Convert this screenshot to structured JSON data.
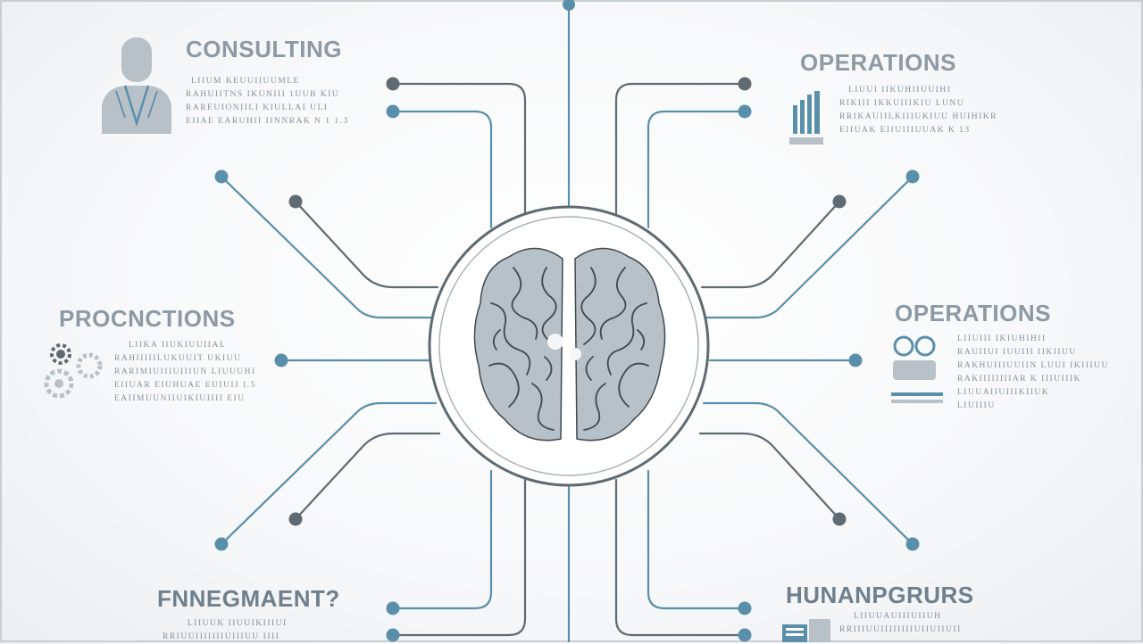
{
  "colors": {
    "accent": "#5a8fab",
    "dark": "#5f6a72",
    "text": "#8d9aa5",
    "brain": "#b9c1c8"
  },
  "center": {
    "icon": "brain-icon"
  },
  "topics": {
    "consulting": {
      "title": "CONSULTING",
      "icon": "person-icon",
      "lines": [
        "LIIUM KEUUIIUUMLE",
        "RAHUIITNS IKUNIII 1UUB KIU",
        "RAREUIONIILI KIULLAI ULI",
        "EIIAE EARUHII IINNRAK N 1 1.3"
      ]
    },
    "operations_top": {
      "title": "OPERATIONS",
      "icon": "bar-chart-icon",
      "lines": [
        "LIUUI IIKUHIIUUIHI",
        "RIKIII IKKUIIIKIU LUNU",
        "RRIKAUIILKIIIUKIUU HUIHIKR",
        "EIIUAK EIIUIIIUUAK K 13"
      ]
    },
    "procnctions": {
      "title": "PROCNCTIONS",
      "icon": "gears-icon",
      "lines": [
        "LIIKA IIUKIUUIIAL",
        "RAHIIIIILUKUUIT UKIUU",
        "RARIMIUIIIUIIIUN LIUUUHI",
        "EIIUAR EIUHUAE EUIUIJ I.5",
        "EAIIMUUNIIUIKIUIIII EIU"
      ]
    },
    "operations_right": {
      "title": "OPERATIONS",
      "icon": "team-icon",
      "lines": [
        "LIIUIII IKIUHIHII",
        "RAUIIUI IUUIII IIKIIUU",
        "RAKHUIIIUUIIN LUUI IKIIIUU",
        "RAKIIIIIIIIAR K IIIUIIIK",
        "LIUUAIIUIIIKIIUK",
        "LIUIIIU"
      ]
    },
    "engagement": {
      "title": "FNNEGMAENT?",
      "icon": "",
      "lines": [
        "LIIUUK IIUUIKIIIUI",
        "RRIUUIIIIIIIUIIIUU IIII"
      ]
    },
    "human": {
      "title": "HUNANPGRURS",
      "icon": "document-icon",
      "lines": [
        "LIIUUAUIIIUIIUH",
        "RRIIIUUIIIIIIIIUIIUIIUII"
      ]
    }
  }
}
